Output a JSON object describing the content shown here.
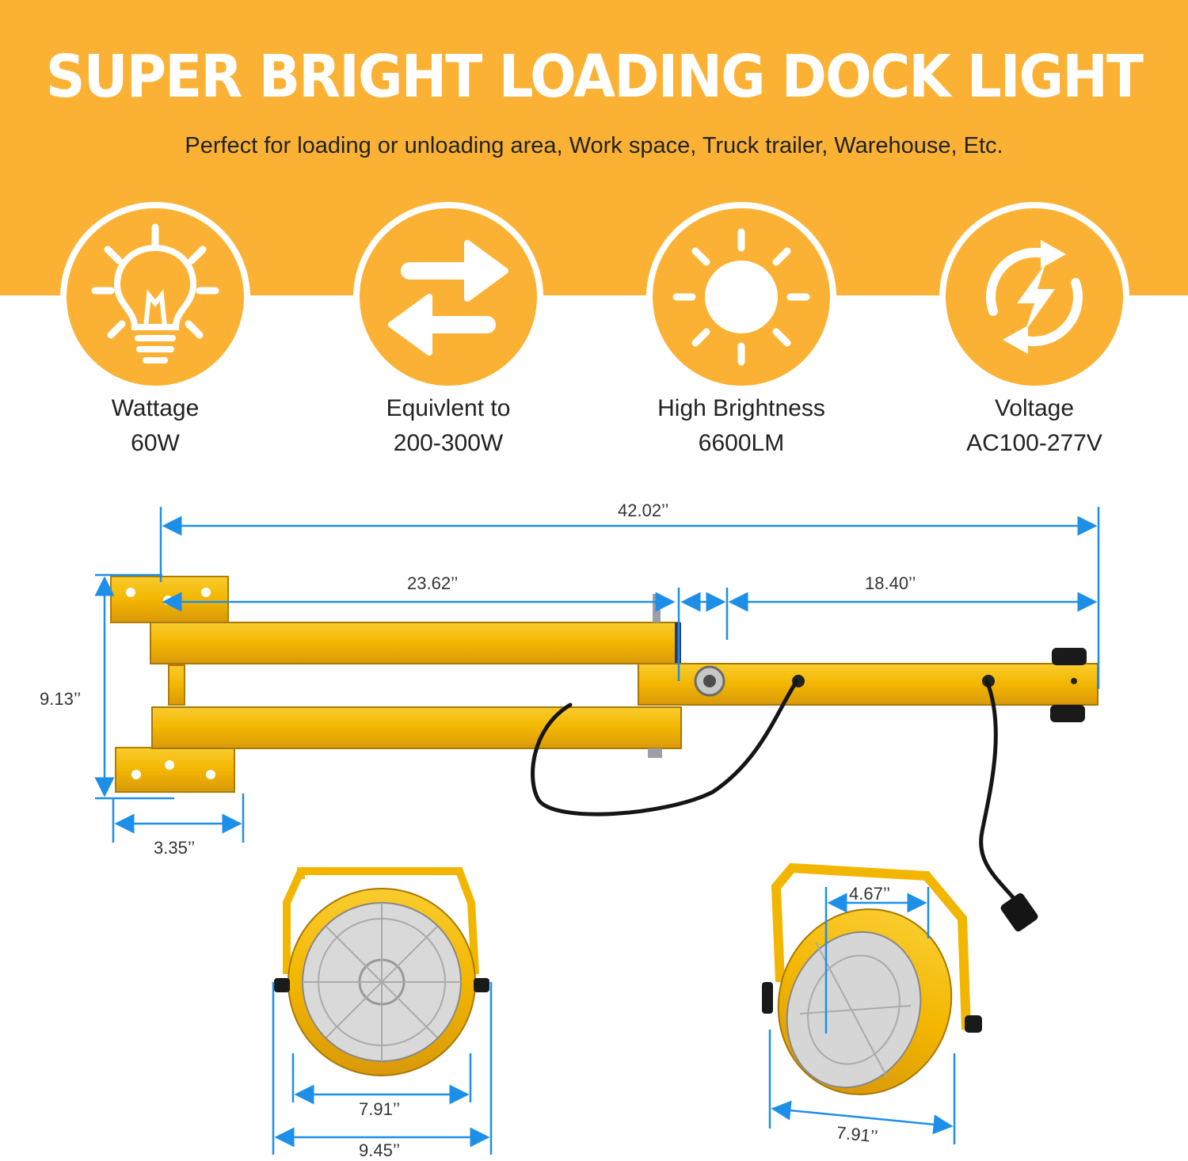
{
  "header": {
    "title": "SUPER BRIGHT LOADING DOCK LIGHT",
    "subtitle": "Perfect for loading or unloading area, Work space, Truck trailer, Warehouse, Etc."
  },
  "features": [
    {
      "icon": "lightbulb-icon",
      "label": "Wattage",
      "value": "60W"
    },
    {
      "icon": "swap-arrows-icon",
      "label": "Equivlent to",
      "value": "200-300W"
    },
    {
      "icon": "sun-icon",
      "label": "High Brightness",
      "value": "6600LM"
    },
    {
      "icon": "energy-cycle-icon",
      "label": "Voltage",
      "value": "AC100-277V"
    }
  ],
  "dimensions": {
    "total_length": "42.02’’",
    "first_arm": "23.62’’",
    "second_arm": "18.40’’",
    "height": "9.13’’",
    "bracket_width": "3.35’’",
    "lamp_face": "7.91’’",
    "lamp_width": "9.45’’",
    "lamp_depth": "4.67’’",
    "lamp_face_side": "7.91’’"
  },
  "colors": {
    "accent": "#fbb234",
    "arm_yellow": "#f5b700",
    "dimension_blue": "#1e8fe8"
  }
}
